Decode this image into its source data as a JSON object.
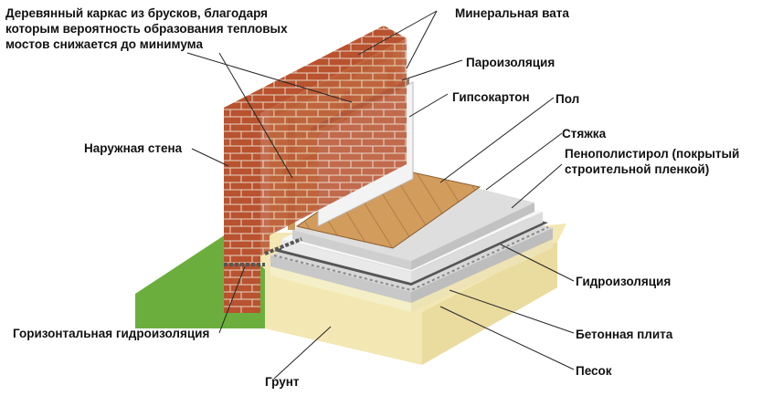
{
  "colors": {
    "brick": "#b8522f",
    "mortar": "#e8d7c4",
    "wool": "#e6d38a",
    "timber": "#c99a5c",
    "vapor": "#8a7c6c",
    "gypsum": "#f3f3f3",
    "floor": "#d29c5d",
    "screed": "#dedede",
    "foam": "#f7f7f7",
    "membrane": "#555555",
    "concrete": "#d7d7d7",
    "sand": "#f5efc7",
    "soil": "#f3e7b3",
    "grass": "#6cae3e",
    "leader": "#222222"
  },
  "labels": {
    "timber_frame": "Деревянный каркас из брусков, благодаря которым вероятность образования тепловых мостов снижается до минимума",
    "mineral_wool": "Минеральная вата",
    "vapor_barrier": "Пароизоляция",
    "drywall": "Гипсокартон",
    "floor": "Пол",
    "screed": "Стяжка",
    "polystyrene": "Пенополистирол (покрытый строительной пленкой)",
    "outer_wall": "Наружная стена",
    "waterproofing": "Гидроизоляция",
    "concrete_slab": "Бетонная плита",
    "sand": "Песок",
    "horizontal_waterproofing": "Горизонтальная гидроизоляция",
    "soil": "Грунт"
  }
}
